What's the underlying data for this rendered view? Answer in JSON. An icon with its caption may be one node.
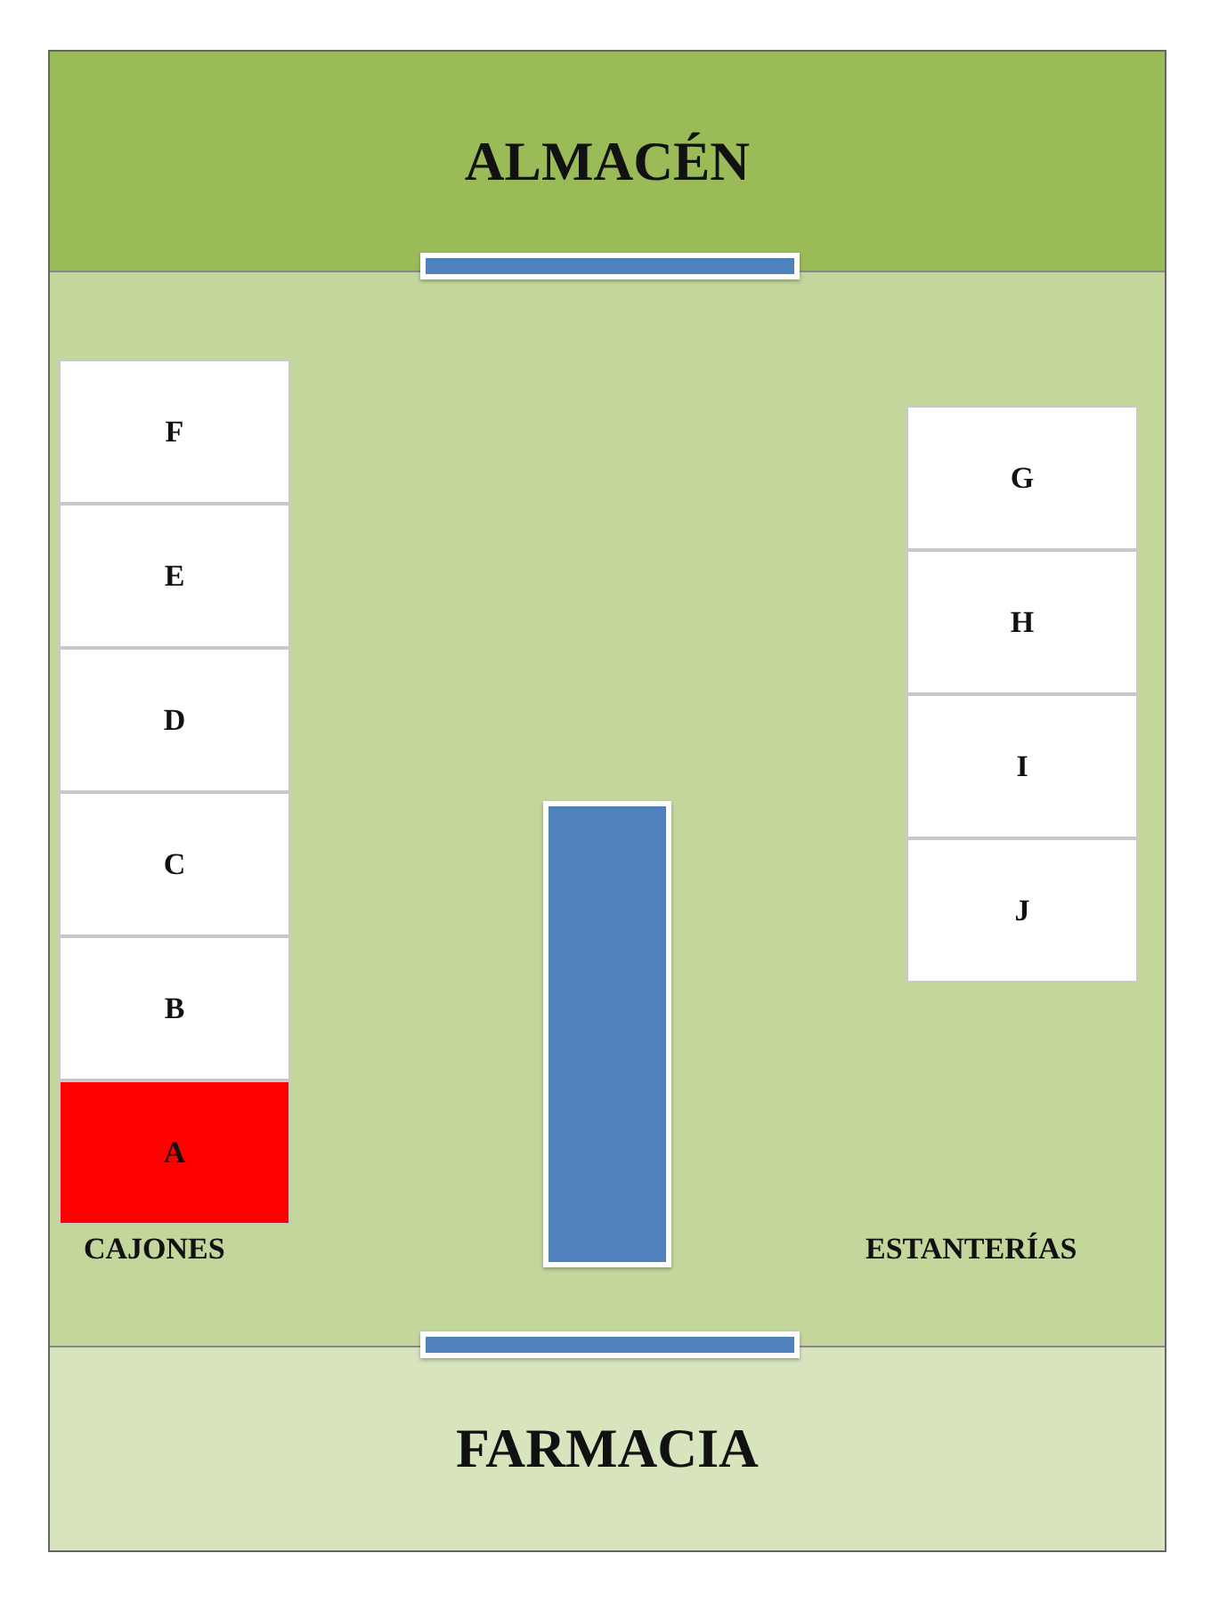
{
  "diagram": {
    "nodes": [
      {
        "text": [
          "ALMACÉN"
        ]
      },
      {
        "text": [
          "F"
        ]
      },
      {
        "text": [
          "E"
        ]
      },
      {
        "text": [
          "D"
        ]
      },
      {
        "text": [
          "C"
        ]
      },
      {
        "text": [
          "B"
        ]
      },
      {
        "text": [
          "A"
        ]
      },
      {
        "text": [
          "G"
        ]
      },
      {
        "text": [
          "H"
        ]
      },
      {
        "text": [
          "I"
        ]
      },
      {
        "text": [
          "J"
        ]
      },
      {
        "text": [
          "FARMACIA"
        ]
      },
      {
        "text": [],
        "shape": "bar"
      },
      {
        "text": [],
        "shape": "bar"
      },
      {
        "text": [],
        "shape": "bar"
      }
    ],
    "labels": [
      "CAJONES",
      "ESTANTERÍAS"
    ]
  }
}
